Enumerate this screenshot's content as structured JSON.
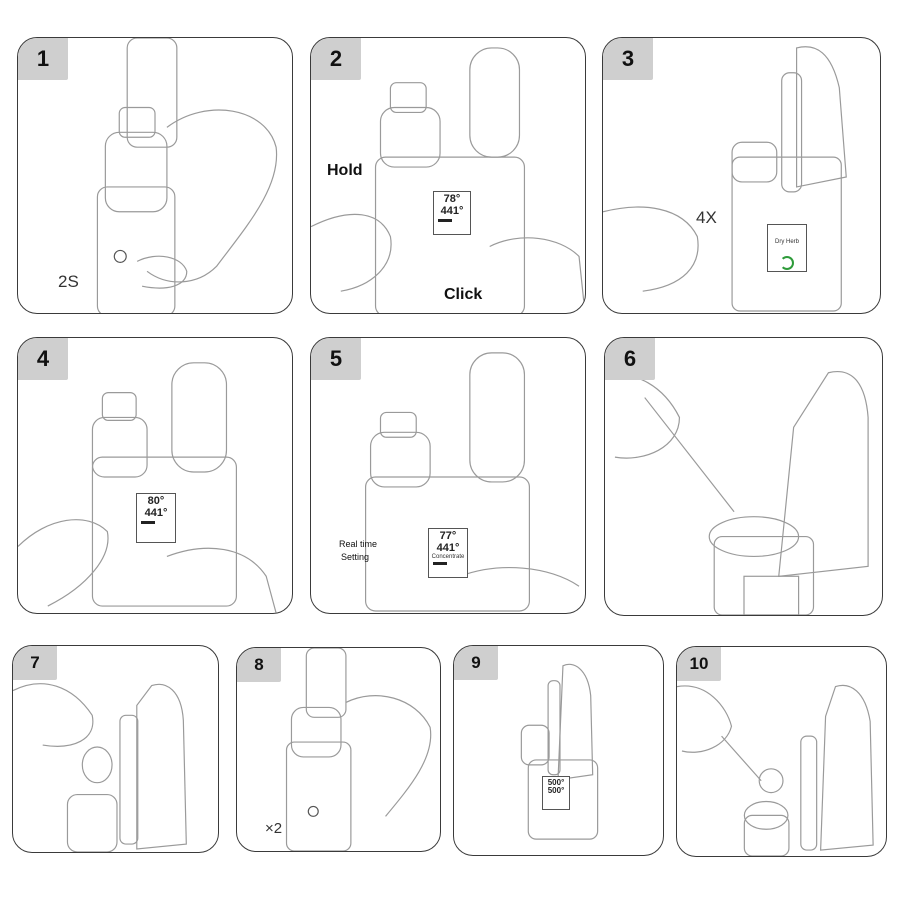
{
  "panels": [
    {
      "number": "1",
      "labels": {
        "time": "2S"
      }
    },
    {
      "number": "2",
      "labels": {
        "hold": "Hold",
        "click": "Click"
      },
      "screen": {
        "line1": "78°",
        "line2": "441°"
      }
    },
    {
      "number": "3",
      "labels": {
        "count": "4X"
      },
      "screen": {
        "mode": "Dry Herb"
      }
    },
    {
      "number": "4",
      "screen": {
        "line1": "80°",
        "line2": "441°"
      }
    },
    {
      "number": "5",
      "labels": {
        "real_time": "Real time",
        "setting": "Setting"
      },
      "screen": {
        "line1": "77°",
        "line2": "441°",
        "mode": "Concentrate"
      }
    },
    {
      "number": "6"
    },
    {
      "number": "7"
    },
    {
      "number": "8",
      "labels": {
        "count": "×2"
      }
    },
    {
      "number": "9",
      "screen": {
        "line1": "500°",
        "line2": "500°"
      }
    },
    {
      "number": "10"
    }
  ],
  "colors": {
    "border": "#3a3a3a",
    "badge": "#cfcfcf",
    "refresh": "#2e9b3a"
  }
}
